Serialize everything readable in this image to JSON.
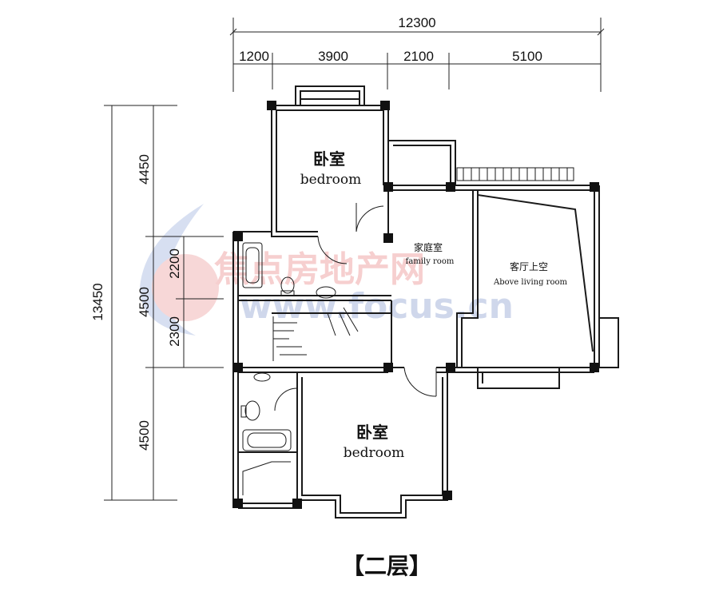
{
  "plan": {
    "floor_label": "【二层】",
    "watermark": {
      "chinese": "焦点房地产网",
      "url": "www.focus.cn"
    }
  },
  "dimensions": {
    "top_total": "12300",
    "top_segments": [
      "1200",
      "3900",
      "2100",
      "5100"
    ],
    "left_total": "13450",
    "left_segments": [
      "4450",
      "4500",
      "4500"
    ],
    "left_sub_segments": [
      "2200",
      "2300"
    ]
  },
  "rooms": {
    "bedroom_top": {
      "cn": "卧室",
      "en": "bedroom"
    },
    "family_room": {
      "cn": "家庭室",
      "en": "family room"
    },
    "above_living": {
      "cn": "客厅上空",
      "en": "Above living room"
    },
    "bedroom_bottom": {
      "cn": "卧室",
      "en": "bedroom"
    }
  },
  "colors": {
    "wall": "#1a1a1a",
    "watermark_red": "#f0a0a0",
    "watermark_blue": "#9ab0d8"
  }
}
